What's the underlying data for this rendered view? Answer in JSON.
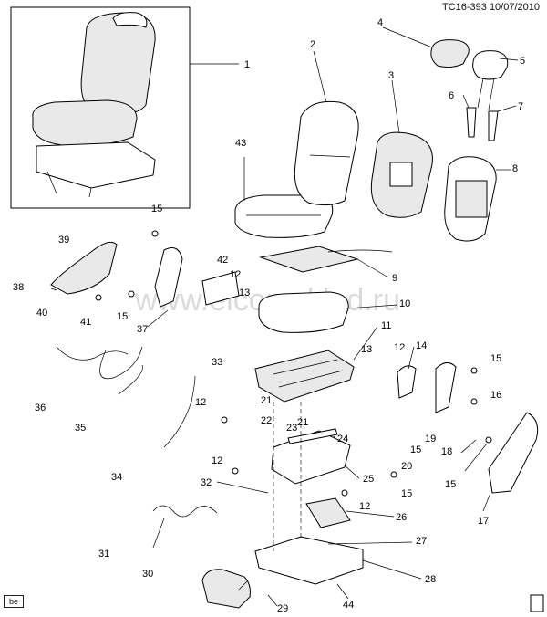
{
  "header": {
    "code": "TC16-393",
    "date": "10/07/2010"
  },
  "badge": "be",
  "watermark": "www.elcomsklad.ru",
  "callouts": [
    {
      "id": "c1",
      "label": "1"
    },
    {
      "id": "c2",
      "label": "2"
    },
    {
      "id": "c3",
      "label": "3"
    },
    {
      "id": "c4",
      "label": "4"
    },
    {
      "id": "c5",
      "label": "5"
    },
    {
      "id": "c6",
      "label": "6"
    },
    {
      "id": "c7",
      "label": "7"
    },
    {
      "id": "c8",
      "label": "8"
    },
    {
      "id": "c9",
      "label": "9"
    },
    {
      "id": "c10",
      "label": "10"
    },
    {
      "id": "c11",
      "label": "11"
    },
    {
      "id": "c12a",
      "label": "12"
    },
    {
      "id": "c12b",
      "label": "12"
    },
    {
      "id": "c12c",
      "label": "12"
    },
    {
      "id": "c12d",
      "label": "12"
    },
    {
      "id": "c12e",
      "label": "12"
    },
    {
      "id": "c13a",
      "label": "13"
    },
    {
      "id": "c13b",
      "label": "13"
    },
    {
      "id": "c14",
      "label": "14"
    },
    {
      "id": "c15a",
      "label": "15"
    },
    {
      "id": "c15b",
      "label": "15"
    },
    {
      "id": "c15c",
      "label": "15"
    },
    {
      "id": "c15d",
      "label": "15"
    },
    {
      "id": "c15e",
      "label": "15"
    },
    {
      "id": "c15f",
      "label": "15"
    },
    {
      "id": "c16",
      "label": "16"
    },
    {
      "id": "c17",
      "label": "17"
    },
    {
      "id": "c18",
      "label": "18"
    },
    {
      "id": "c19",
      "label": "19"
    },
    {
      "id": "c20",
      "label": "20"
    },
    {
      "id": "c21a",
      "label": "21"
    },
    {
      "id": "c21b",
      "label": "21"
    },
    {
      "id": "c22",
      "label": "22"
    },
    {
      "id": "c23",
      "label": "23"
    },
    {
      "id": "c24",
      "label": "24"
    },
    {
      "id": "c25",
      "label": "25"
    },
    {
      "id": "c26",
      "label": "26"
    },
    {
      "id": "c27",
      "label": "27"
    },
    {
      "id": "c28",
      "label": "28"
    },
    {
      "id": "c29",
      "label": "29"
    },
    {
      "id": "c30",
      "label": "30"
    },
    {
      "id": "c31",
      "label": "31"
    },
    {
      "id": "c32",
      "label": "32"
    },
    {
      "id": "c33",
      "label": "33"
    },
    {
      "id": "c34",
      "label": "34"
    },
    {
      "id": "c35",
      "label": "35"
    },
    {
      "id": "c36",
      "label": "36"
    },
    {
      "id": "c37",
      "label": "37"
    },
    {
      "id": "c38",
      "label": "38"
    },
    {
      "id": "c39",
      "label": "39"
    },
    {
      "id": "c40",
      "label": "40"
    },
    {
      "id": "c41",
      "label": "41"
    },
    {
      "id": "c42",
      "label": "42"
    },
    {
      "id": "c43",
      "label": "43"
    },
    {
      "id": "c44",
      "label": "44"
    }
  ]
}
